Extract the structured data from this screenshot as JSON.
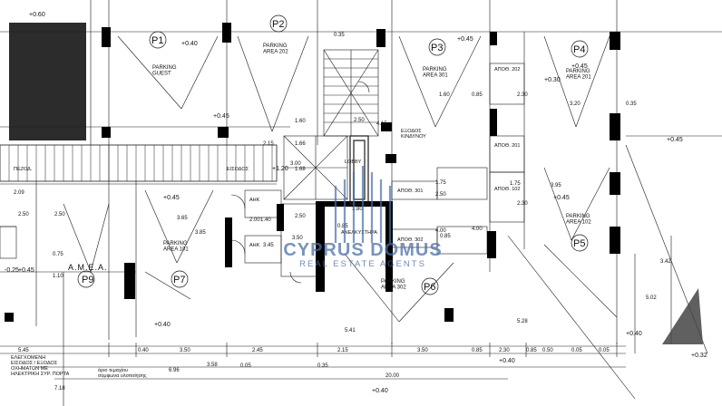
{
  "parking_labels": [
    {
      "code": "P1",
      "area": "PARKING\nGUEST",
      "level": "+0.40"
    },
    {
      "code": "P2",
      "area": "PARKING\nAREA 202"
    },
    {
      "code": "P3",
      "area": "PARKING\nAREA 301",
      "level": "+0.45"
    },
    {
      "code": "P4",
      "area": "PARKING\nAREA 201",
      "level": "+0.45"
    },
    {
      "code": "P5",
      "area": "PARKING\nAREA 102"
    },
    {
      "code": "P6",
      "area": "PARKING\nAREA 302"
    },
    {
      "code": "P7",
      "area": "PARKING\nAREA 101"
    },
    {
      "code": "P9",
      "area": "A.M.E.A."
    }
  ],
  "rooms": {
    "lobby": "LOBBY",
    "exit": "ΕΞΟΔΟΣ\nΚΙΝΔΥΝΟΥ",
    "storages": [
      "ΑΠΟΘ. 202",
      "ΑΠΟΘ. 201",
      "ΑΠΟΘ. 102",
      "ΑΠΟΘ. 301",
      "ΑΠΟΘ. 302"
    ],
    "aik": [
      "ΑΗΚ",
      "ΑΗΚ"
    ],
    "elevator": "ΑΝΕΛΚΥΣΤΗΡΑ",
    "entry": "ΕΙΣΟΔΟΣ",
    "pezo": "ΠΕΖΟΔ."
  },
  "levels": [
    "+0.60",
    "+0.40",
    "+0.45",
    "+0.45",
    "+0.45",
    "+0.30",
    "+0.45",
    "+0.45",
    "+0.40",
    "+0.40",
    "+0.40",
    "+0.32",
    "-0.25",
    "+1.20"
  ],
  "dimensions": {
    "bottom_row": [
      "5.45",
      "0.40",
      "3.50",
      "2.45",
      "2.15",
      "3.50",
      "0.85",
      "2.30",
      "0.85",
      "0.50",
      "0.05",
      "0.05"
    ],
    "bottom_total": "20.00",
    "misc": [
      "0.35",
      "0.35",
      "0.05",
      "4.15",
      "1.60",
      "1.60",
      "0.85",
      "2.30",
      "2.15",
      "3.20",
      "0.35",
      "3.95",
      "2.30",
      "3.65",
      "2.00",
      "1.40",
      "3.45",
      "3.85",
      "2.50",
      "2.50",
      "0.75",
      "1.10",
      "2.09",
      "3.42",
      "5.02",
      "5.28",
      "5.41",
      "6.96",
      "3.58",
      "7.18",
      "1.75",
      "1.75",
      "4.00",
      "4.00",
      "0.85",
      "0.85",
      "1.80",
      "2.50",
      "1.66",
      "1.68",
      "2.50",
      "3.50",
      "3.00",
      "2.50"
    ]
  },
  "notes": {
    "gate": "ΕΛΕΓΧΟΜΕΝΗ\nΕΙΣΟΔΟΣ / ΕΞΟΔΟΣ\nΟΧΗΜΑΤΩΝ ΜΕ\nΗΛΕΚΤΡΙΚΗ ΣΥΡ. ΠΟΡΤΑ",
    "plot": "όριο τεμαχίου\nσύμφωνα υλοποίησης"
  },
  "watermark": {
    "title": "CYPRUS DOMUS",
    "subtitle": "REAL ESTATE AGENTS"
  },
  "colors": {
    "line": "#1a1a1a",
    "wall": "#000000",
    "watermark": "#4a6fa8"
  }
}
